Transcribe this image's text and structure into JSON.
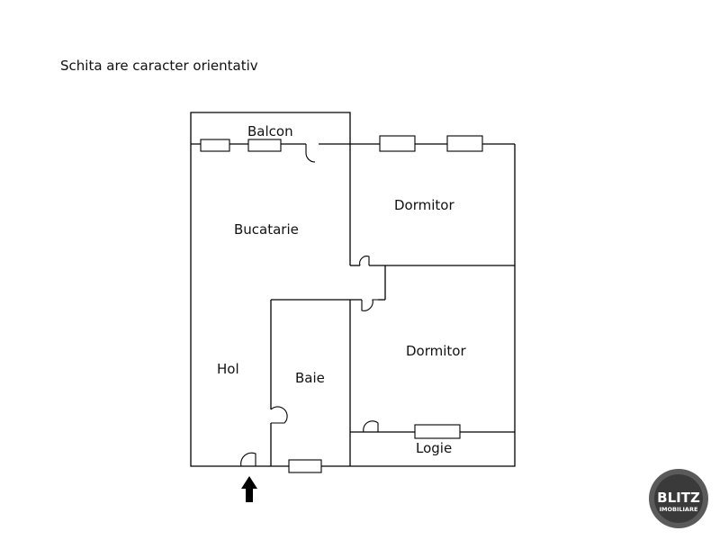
{
  "note": "Schita are caracter orientativ",
  "rooms": {
    "balcon": "Balcon",
    "bucatarie": "Bucatarie",
    "dormitor_1": "Dormitor",
    "dormitor_2": "Dormitor",
    "hol": "Hol",
    "baie": "Baie",
    "logie": "Logie"
  },
  "logo": {
    "name": "BLITZ",
    "tagline": "IMOBILIARE",
    "icon": "blitz-logo-icon"
  },
  "entrance": {
    "icon": "entrance-arrow-icon"
  },
  "colors": {
    "walls": "#000000",
    "logo_ring": "#5a5a5a",
    "logo_inner": "#3a3a3a"
  }
}
